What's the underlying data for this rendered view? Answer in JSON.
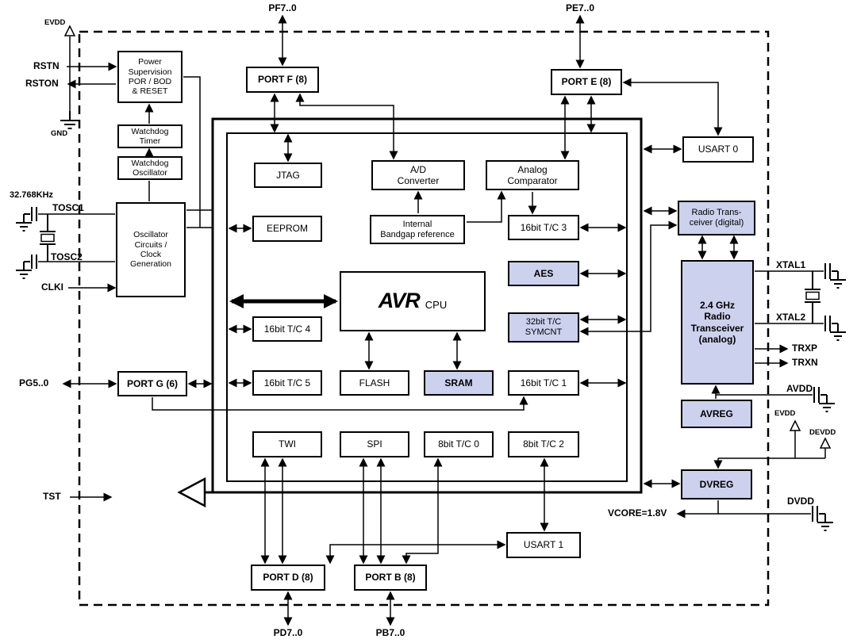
{
  "pins": {
    "pf": "PF7..0",
    "pe": "PE7..0",
    "pd": "PD7..0",
    "pb": "PB7..0",
    "pg": "PG5..0",
    "evdd_top": "EVDD",
    "gnd": "GND",
    "rstn": "RSTN",
    "rston": "RSTON",
    "khz": "32.768KHz",
    "tosc1": "TOSC1",
    "tosc2": "TOSC2",
    "clki": "CLKI",
    "tst": "TST",
    "xtal1": "XTAL1",
    "xtal2": "XTAL2",
    "trxp": "TRXP",
    "trxn": "TRXN",
    "avdd": "AVDD",
    "evdd_right": "EVDD",
    "devdd": "DEVDD",
    "dvdd": "DVDD",
    "vcore": "VCORE=1.8V"
  },
  "blocks": {
    "power_supervision": "Power\nSupervision\nPOR / BOD\n& RESET",
    "watchdog_timer": "Watchdog\nTimer",
    "watchdog_oscillator": "Watchdog\nOscillator",
    "oscillator": "Oscillator\nCircuits /\nClock\nGeneration",
    "port_g": "PORT G (6)",
    "port_f": "PORT F (8)",
    "port_e": "PORT E (8)",
    "usart0": "USART 0",
    "jtag": "JTAG",
    "adc": "A/D\nConverter",
    "analog_comparator": "Analog\nComparator",
    "eeprom": "EEPROM",
    "bandgap": "Internal\nBandgap reference",
    "tc3": "16bit T/C 3",
    "aes": "AES",
    "cpu_logo": "AVR",
    "cpu_label": "CPU",
    "tc4": "16bit T/C 4",
    "symcnt": "32bit T/C\nSYMCNT",
    "tc5": "16bit T/C 5",
    "flash": "FLASH",
    "sram": "SRAM",
    "tc1": "16bit T/C 1",
    "twi": "TWI",
    "spi": "SPI",
    "tc0": "8bit T/C 0",
    "tc2": "8bit T/C 2",
    "radio_digital": "Radio Trans-\nceiver (digital)",
    "radio_analog": "2.4 GHz\nRadio\nTransceiver\n(analog)",
    "avreg": "AVREG",
    "dvreg": "DVREG",
    "usart1": "USART 1",
    "port_d": "PORT D (8)",
    "port_b": "PORT B (8)"
  },
  "colors": {
    "highlight": "#ccd1ed",
    "line": "#000000",
    "background": "#ffffff"
  }
}
